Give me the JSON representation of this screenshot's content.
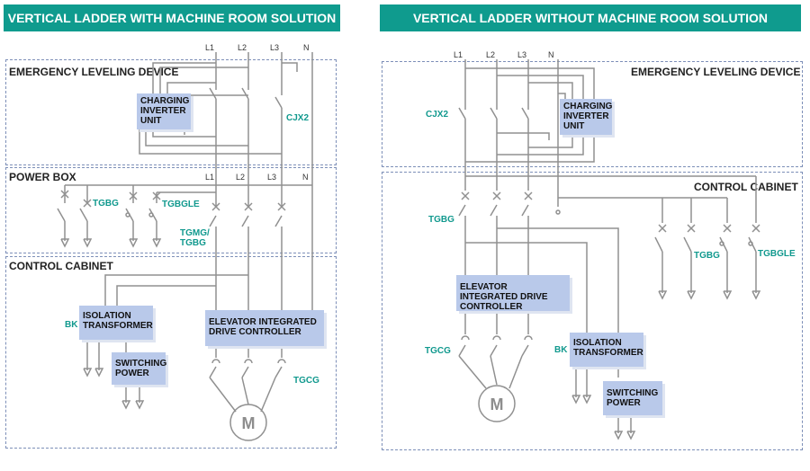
{
  "left": {
    "title": "VERTICAL LADDER WITH MACHINE ROOM SOLUTION",
    "sections": {
      "emergency": "EMERGENCY LEVELING DEVICE",
      "power_box": "POWER BOX",
      "control_cabinet": "CONTROL CABINET"
    },
    "phases_top": [
      "L1",
      "L2",
      "L3",
      "N"
    ],
    "phases_mid": [
      "L1",
      "L2",
      "L3",
      "N"
    ],
    "charging_unit": "CHARGING INVERTER UNIT",
    "tags": {
      "cjx2": "CJX2",
      "tgbg": "TGBG",
      "tgbgle": "TGBGLE",
      "tgmg": "TGMG/ TGBG",
      "bk": "BK",
      "tgcg": "TGCG"
    },
    "isolation": "ISOLATION TRANSFORMER",
    "switching": "SWITCHING POWER",
    "drive": "ELEVATOR INTEGRATED DRIVE CONTROLLER",
    "motor": "M"
  },
  "right": {
    "title": "VERTICAL LADDER WITHOUT MACHINE ROOM SOLUTION",
    "sections": {
      "emergency": "EMERGENCY LEVELING DEVICE",
      "control_cabinet": "CONTROL CABINET"
    },
    "phases_top": [
      "L1",
      "L2",
      "L3",
      "N"
    ],
    "charging_unit": "CHARGING INVERTER UNIT",
    "tags": {
      "cjx2": "CJX2",
      "tgbg1": "TGBG",
      "tgbg2": "TGBG",
      "tgbgle": "TGBGLE",
      "tgcg": "TGCG",
      "bk": "BK"
    },
    "drive": "ELEVATOR INTEGRATED DRIVE CONTROLLER",
    "isolation": "ISOLATION TRANSFORMER",
    "switching": "SWITCHING POWER",
    "motor": "M"
  }
}
